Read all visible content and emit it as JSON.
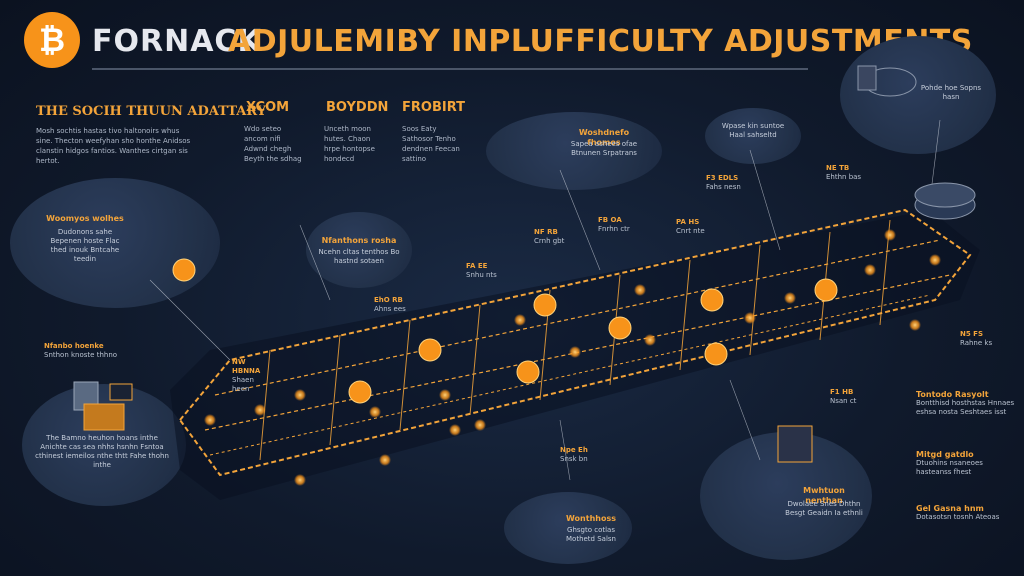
{
  "header": {
    "logo_glyph": "₿",
    "brand": "FORNACK",
    "title": "ADJULEMIBY INPLUFFICULTY ADJUSTMENTS"
  },
  "columns": [
    {
      "title": "THE SOCIH THUUN ADATTARY",
      "text": "Mosh sochtis hastas tivo haltonoirs whus sine. Thecton weefyhan sho honthe Anidsos clanstin hidgos fantios. Wanthes cirtgan sis hertot."
    },
    {
      "title": "XCOM",
      "text": "Wdo seteo ancom nifi Adwnd chegh Beyth the sdhag"
    },
    {
      "title": "BOYDDN",
      "text": "Unceth moon hutes. Chaon hrpe hontopse hondecd"
    },
    {
      "title": "FROBIRT",
      "text": "Soos Eaty Sathosor Tenho dendnen Feecan sattino"
    }
  ],
  "bubbles": {
    "left": {
      "title": "Woomyos wolhes",
      "text": "Dudonons sahe Bepenen hoste Flac thed inouk Bntcahe teedin"
    },
    "mid": {
      "title": "Nfanthons rosha",
      "text": "Ncehn cltas tenthos Bo hastnd sotaen"
    },
    "top": {
      "title": "Woshdnefo fhomos",
      "text": "Sapea ashees ofae Btnunen Srpatrans"
    },
    "top2": {
      "title": "",
      "text": "Wpase kin suntoe Haal sahseltd"
    },
    "tr": {
      "title": "",
      "text": "Pohde hoe Sopns hasn"
    },
    "bl": {
      "title": "",
      "text": "The Bamno heuhon hoans inthe Anichte cas sea nhhs hsnhn Fsntoa cthinest iemeilos nthe thtt Fahe thohn inthe"
    },
    "bc": {
      "title": "Wonthhoss",
      "text": "Ghsgto cotlas Mothetd Salsn"
    },
    "br": {
      "title": "Mwhtuon nenthan",
      "text": "Dwolaee Snes Dhthn Besgt Geaidn Ia ethnli"
    }
  },
  "labels": [
    {
      "h": "Nfanbo hoenke",
      "t": "Snthon knoste thhno"
    },
    {
      "h": "NW HBNNA",
      "t": "Shaen heen"
    },
    {
      "h": "EhO RB",
      "t": "Ahns ees"
    },
    {
      "h": "FA EE",
      "t": "Snhu nts"
    },
    {
      "h": "NF RB",
      "t": "Crnh gbt"
    },
    {
      "h": "FB OA",
      "t": "Fnrhn ctr"
    },
    {
      "h": "PA HS",
      "t": "Cnrt nte"
    },
    {
      "h": "F3 EDLS",
      "t": "Fahs nesn"
    },
    {
      "h": "NE TB",
      "t": "Ehthn bas"
    },
    {
      "h": "Npe Eh",
      "t": "Snsk bn"
    },
    {
      "h": "F1 HB",
      "t": "Nsan ct"
    },
    {
      "h": "N5 FS",
      "t": "Rahne ks"
    }
  ],
  "right_panel": [
    {
      "h": "Tontodo Rasyolt",
      "t": "Bontthisd hosthstas Hnnaes eshsa nosta Seshtaes isst"
    },
    {
      "h": "Mitgd gatdlo",
      "t": "Dtuohins nsaneoes hasteanss fhest"
    },
    {
      "h": "Gel Gasna hnm",
      "t": "Dotasotsn tosnh Ateoas"
    }
  ],
  "colors": {
    "accent": "#f3a43a",
    "node": "#f7931a",
    "bg": "#101a2c",
    "bubble": "#26364f"
  }
}
